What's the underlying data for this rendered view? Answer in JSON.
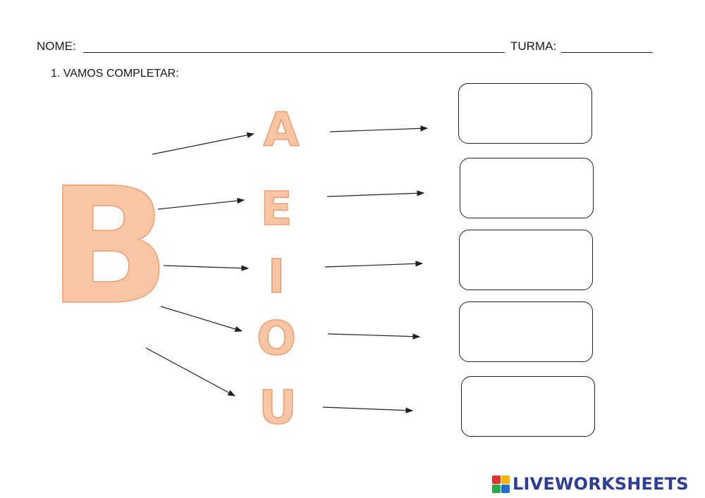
{
  "header": {
    "name_label": "NOME:",
    "class_label": "TURMA:"
  },
  "question": {
    "text": "1. VAMOS COMPLETAR:"
  },
  "syllable": {
    "consonant": "B",
    "vowels": [
      "A",
      "E",
      "I",
      "O",
      "U"
    ]
  },
  "colors": {
    "letter_fill": "#f8c6a4",
    "letter_outline": "#ee9e6e",
    "logo_text": "#2d3e95"
  },
  "logo": {
    "text": "LIVEWORKSHEETS",
    "icon": "liveworksheets-logo-icon"
  }
}
